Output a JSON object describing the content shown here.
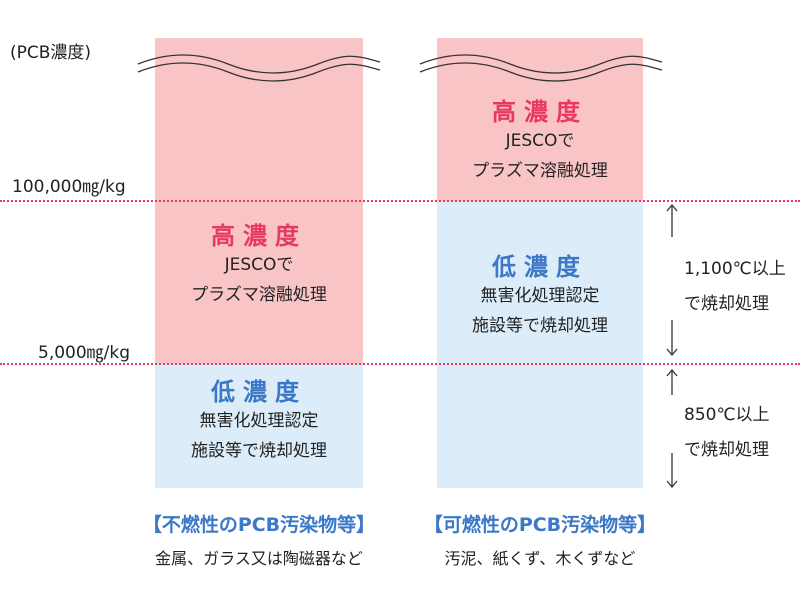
{
  "axis": {
    "title": "(PCB濃度)",
    "threshold_high": "100,000㎎/kg",
    "threshold_low": "5,000㎎/kg"
  },
  "left_column": {
    "blocks": [
      {
        "title": "高濃度",
        "lines": [
          "JESCOで",
          "プラズマ溶融処理"
        ]
      },
      {
        "title": "低濃度",
        "lines": [
          "無害化処理認定",
          "施設等で焼却処理"
        ]
      }
    ],
    "category": "【不燃性のPCB汚染物等】",
    "examples": "金属、ガラス又は陶磁器など"
  },
  "right_column": {
    "blocks": [
      {
        "title": "高濃度",
        "lines": [
          "JESCOで",
          "プラズマ溶融処理"
        ]
      },
      {
        "title": "低濃度",
        "lines": [
          "無害化処理認定",
          "施設等で焼却処理"
        ]
      }
    ],
    "category": "【可燃性のPCB汚染物等】",
    "examples": "汚泥、紙くず、木くずなど"
  },
  "temperature_notes": [
    {
      "lines": [
        "1,100℃以上",
        "で焼却処理"
      ]
    },
    {
      "lines": [
        "850℃以上",
        "で焼却処理"
      ]
    }
  ],
  "colors": {
    "high_fill": "#f9c4c6",
    "low_fill": "#dcecf8",
    "high_text": "#e8395f",
    "low_text": "#3b78c8",
    "divider": "#e8395f"
  }
}
